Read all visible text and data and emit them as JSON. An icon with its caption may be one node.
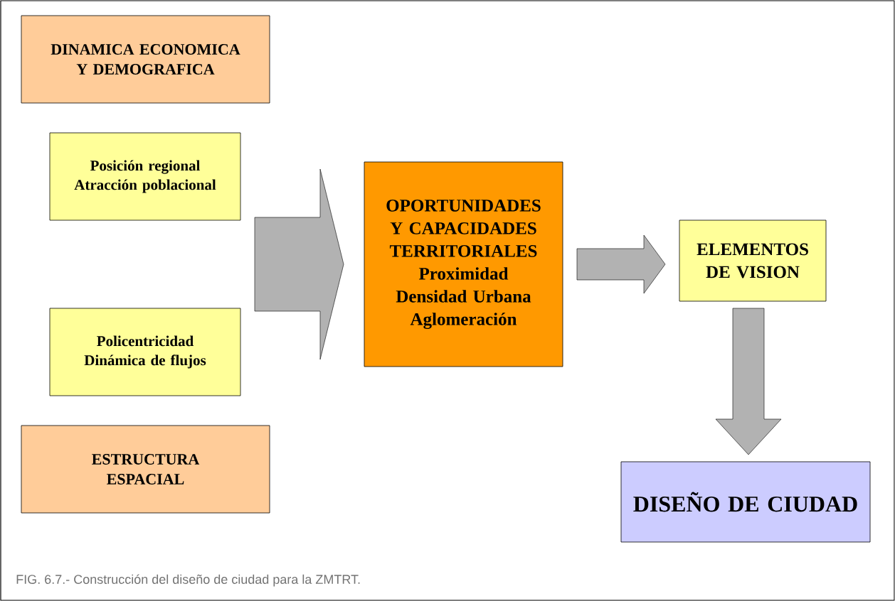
{
  "diagram": {
    "caption": "FIG. 6.7.- Construcción del diseño de ciudad para la ZMTRT.",
    "nodes": [
      {
        "text": [
          "DINAMICA ECONOMICA Y DEMOGRAFICA"
        ]
      },
      {
        "text": [
          "Posición regional Atracción poblacional"
        ]
      },
      {
        "text": [
          "Policentricidad Dinámica de flujos"
        ]
      },
      {
        "text": [
          "ESTRUCTURA ESPACIAL"
        ]
      },
      {
        "text": [
          "OPORTUNIDADES Y CAPACIDADES TERRITORIALES",
          "Proximidad",
          "Densidad Urbana",
          "Aglomeración"
        ]
      },
      {
        "text": [
          "ELEMENTOS DE VISION"
        ]
      },
      {
        "text": [
          "DISEÑO DE CIUDAD"
        ]
      }
    ],
    "edges": [
      {
        "from": 1,
        "to": 4,
        "arrow": "to"
      },
      {
        "from": 2,
        "to": 4,
        "arrow": "to"
      },
      {
        "from": 4,
        "to": 5,
        "arrow": "to"
      },
      {
        "from": 5,
        "to": 6,
        "arrow": "to"
      }
    ]
  }
}
